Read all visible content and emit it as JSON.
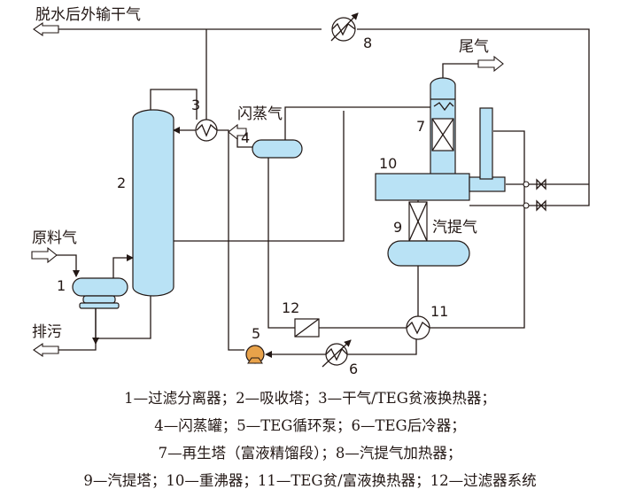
{
  "streams": {
    "dry_gas_out": "脱水后外输干气",
    "tail_gas": "尾气",
    "flash_gas": "闪蒸气",
    "feed_gas": "原料气",
    "stripping_gas": "汽提气",
    "drain": "排污"
  },
  "tags": [
    "1",
    "2",
    "3",
    "4",
    "5",
    "6",
    "7",
    "8",
    "9",
    "10",
    "11",
    "12"
  ],
  "legend": {
    "line1": "1—过滤分离器；2—吸收塔；3—干气/TEG贫液换热器；",
    "line2": "4—闪蒸罐；5—TEG循环泵；6—TEG后冷器；",
    "line3": "7—再生塔（富液精馏段）；8—汽提气加热器；",
    "line4": "9—汽提塔；10—重沸器；11—TEG贫/富液换热器；12—过滤器系统"
  },
  "colors": {
    "vessel_fill": "#b9e2f5",
    "line": "#231815",
    "pump": "#e8a24a"
  }
}
